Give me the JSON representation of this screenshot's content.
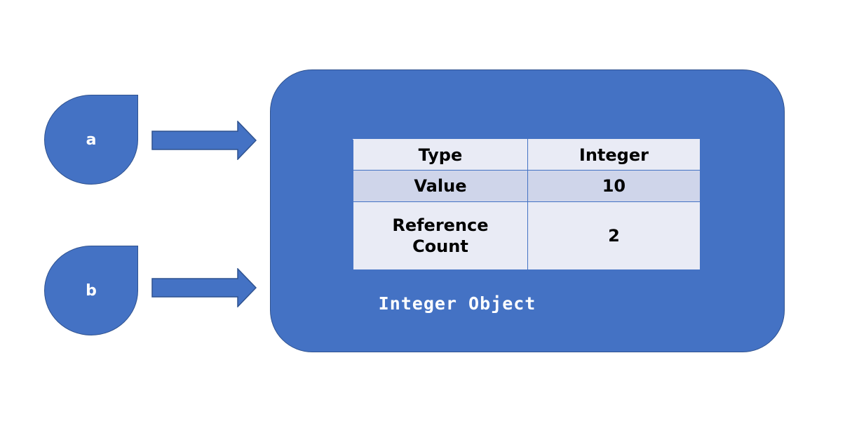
{
  "variables": [
    {
      "label": "a"
    },
    {
      "label": "b"
    }
  ],
  "object": {
    "caption": "Integer Object",
    "rows": [
      {
        "label": "Type",
        "value": "Integer"
      },
      {
        "label": "Value",
        "value": "10"
      },
      {
        "label": "Reference Count",
        "value": "2"
      }
    ]
  },
  "colors": {
    "shape_fill": "#4472c4",
    "shape_border": "#2f528f",
    "table_light": "#e9ebf5",
    "table_mid": "#cfd5ea",
    "caption_text": "#ffffff"
  }
}
